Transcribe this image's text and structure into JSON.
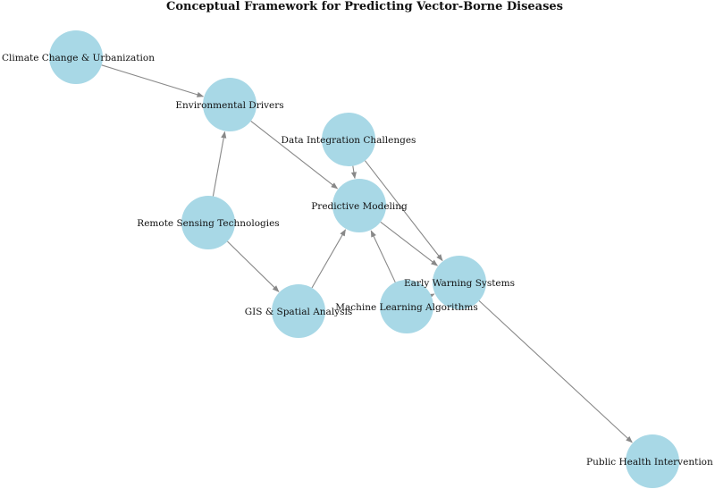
{
  "title": "Conceptual Framework for Predicting Vector-Borne Diseases",
  "colors": {
    "node_fill": "#a8d8e6",
    "edge": "#888888",
    "text": "#111111"
  },
  "nodes": [
    {
      "id": "climate",
      "label": "Climate Change & Urbanization"
    },
    {
      "id": "env",
      "label": "Environmental Drivers"
    },
    {
      "id": "data",
      "label": "Data Integration Challenges"
    },
    {
      "id": "pred",
      "label": "Predictive Modeling"
    },
    {
      "id": "remote",
      "label": "Remote Sensing Technologies"
    },
    {
      "id": "gis",
      "label": "GIS & Spatial Analysis"
    },
    {
      "id": "ml",
      "label": "Machine Learning Algorithms"
    },
    {
      "id": "ews",
      "label": "Early Warning Systems"
    },
    {
      "id": "phi",
      "label": "Public Health Intervention"
    }
  ],
  "edges": [
    {
      "from": "climate",
      "to": "env"
    },
    {
      "from": "env",
      "to": "pred"
    },
    {
      "from": "remote",
      "to": "env"
    },
    {
      "from": "remote",
      "to": "gis"
    },
    {
      "from": "gis",
      "to": "pred"
    },
    {
      "from": "data",
      "to": "pred"
    },
    {
      "from": "data",
      "to": "ews"
    },
    {
      "from": "pred",
      "to": "ews"
    },
    {
      "from": "ml",
      "to": "pred"
    },
    {
      "from": "ml",
      "to": "ews"
    },
    {
      "from": "ews",
      "to": "phi"
    }
  ]
}
